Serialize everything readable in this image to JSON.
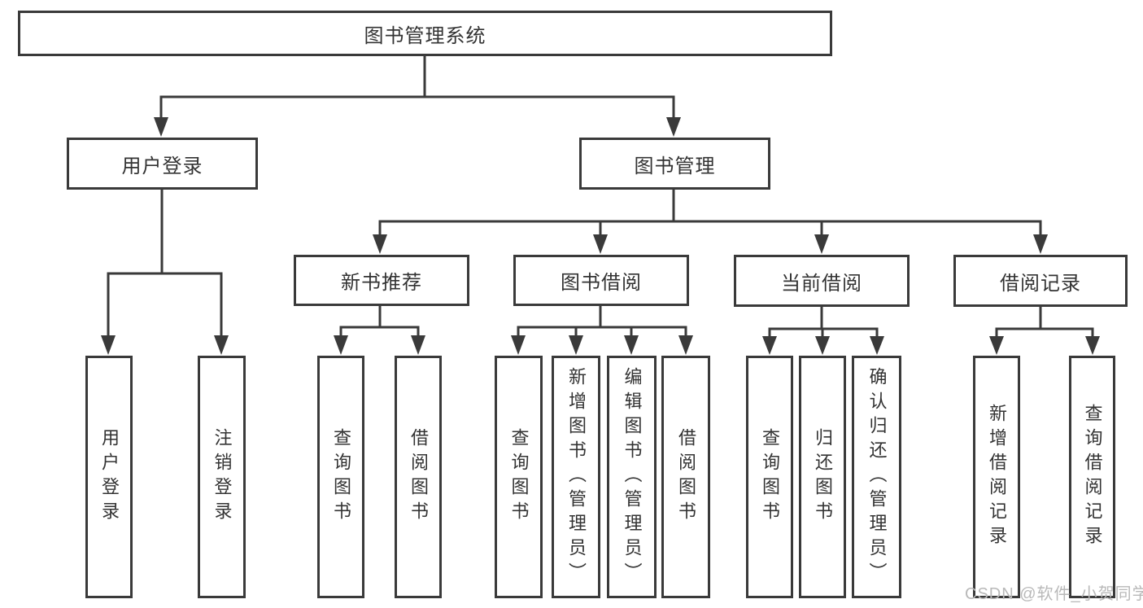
{
  "colors": {
    "background": "#ffffff",
    "line": "#3a3a3a",
    "box_border": "#3a3a3a",
    "text": "#333333",
    "watermark": "#b9b9b9"
  },
  "watermark": {
    "text": "CSDN @软件_小贺同学"
  },
  "diagram": {
    "type": "hierarchy-tree",
    "root": {
      "label": "图书管理系统"
    },
    "branches": [
      {
        "label": "用户登录",
        "children": [
          {
            "label": "用户登录"
          },
          {
            "label": "注销登录"
          }
        ]
      },
      {
        "label": "图书管理",
        "children": [
          {
            "label": "新书推荐",
            "children": [
              {
                "label": "查询图书"
              },
              {
                "label": "借阅图书"
              }
            ]
          },
          {
            "label": "图书借阅",
            "children": [
              {
                "label": "查询图书"
              },
              {
                "label": "新增图书（管理员）"
              },
              {
                "label": "编辑图书（管理员）"
              },
              {
                "label": "借阅图书"
              }
            ]
          },
          {
            "label": "当前借阅",
            "children": [
              {
                "label": "查询图书"
              },
              {
                "label": "归还图书"
              },
              {
                "label": "确认归还（管理员）"
              }
            ]
          },
          {
            "label": "借阅记录",
            "children": [
              {
                "label": "新增借阅记录"
              },
              {
                "label": "查询借阅记录"
              }
            ]
          }
        ]
      }
    ]
  }
}
